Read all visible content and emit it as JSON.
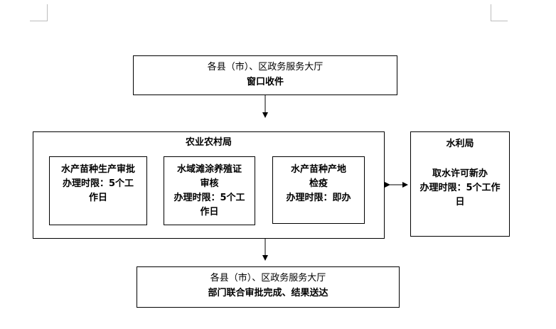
{
  "top_box": {
    "line1": "各县（市）、区政务服务大厅",
    "line2": "窗口收件"
  },
  "agri": {
    "title": "农业农村局",
    "items": [
      {
        "lines": [
          "水产苗种生产审批",
          "办理时限：5个工",
          "作日"
        ]
      },
      {
        "lines": [
          "水域滩涂养殖证",
          "审核",
          "办理时限：5个工",
          "作日"
        ]
      },
      {
        "lines": [
          "水产苗种产地",
          "检疫",
          "办理时限：即办"
        ]
      }
    ]
  },
  "water": {
    "title": "水利局",
    "line1": "取水许可新办",
    "line2": "办理时限：5个工作",
    "line3": "日"
  },
  "bottom_box": {
    "line1": "各县（市）、区政务服务大厅",
    "line2": "部门联合审批完成、结果送达"
  }
}
